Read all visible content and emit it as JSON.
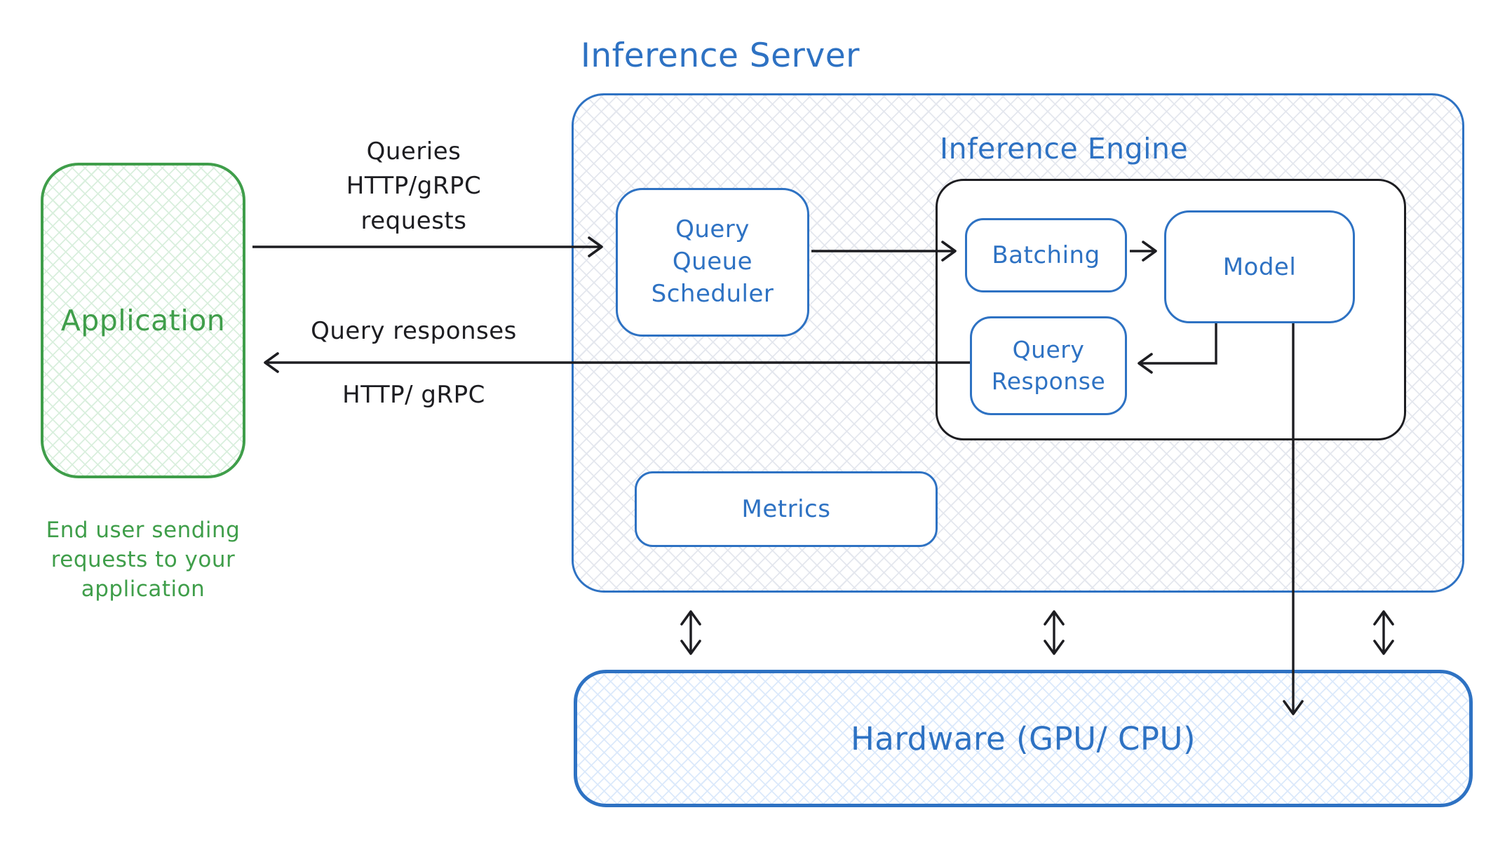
{
  "diagram": {
    "title": "Inference Server",
    "application": {
      "label": "Application",
      "caption": "End user sending\nrequests to your\napplication"
    },
    "flows": {
      "request_label": "Queries\nHTTP/gRPC\nrequests",
      "response_label_line1": "Query responses",
      "response_label_line2": "HTTP/ gRPC"
    },
    "server": {
      "query_queue_scheduler": "Query\nQueue\nScheduler",
      "metrics": "Metrics",
      "engine": {
        "title": "Inference Engine",
        "batching": "Batching",
        "model": "Model",
        "query_response": "Query\nResponse"
      }
    },
    "hardware": {
      "label": "Hardware (GPU/ CPU)"
    },
    "colors": {
      "blue": "#2e72c3",
      "green": "#3f9e4a",
      "ink": "#1d1d21"
    }
  }
}
